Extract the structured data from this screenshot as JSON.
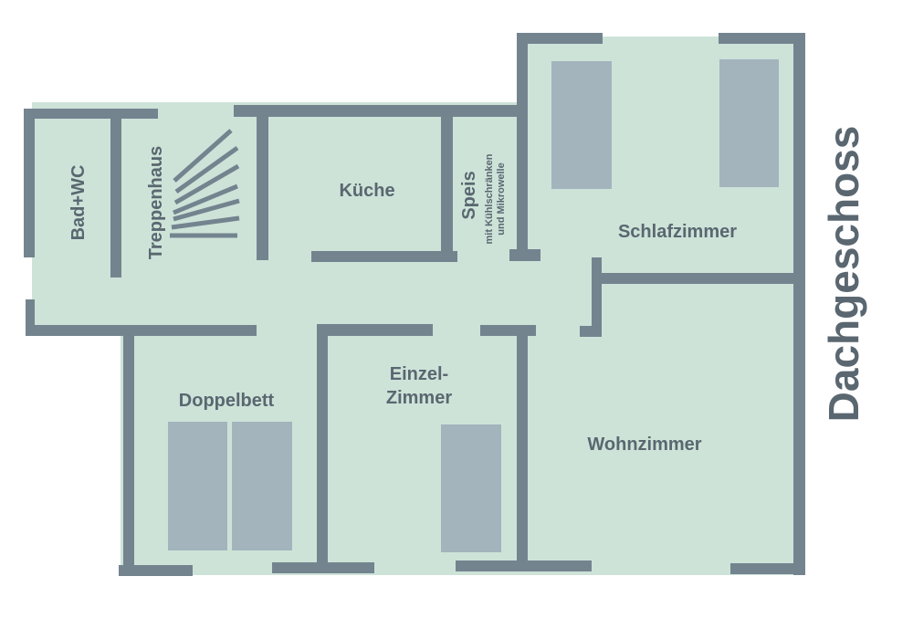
{
  "title": "Dachgeschoss",
  "colors": {
    "floor": "#cde3d8",
    "wall": "#73848f",
    "bed": "#a3b4bd",
    "text": "#5a6770"
  },
  "rooms": {
    "bad": "Bad+WC",
    "treppenhaus": "Treppenhaus",
    "kueche": "Küche",
    "speis": "Speis",
    "speis_note_1": "mit Kühlschränken",
    "speis_note_2": "und Mikrowelle",
    "schlafzimmer": "Schlafzimmer",
    "doppelbett": "Doppelbett",
    "einzel_1": "Einzel-",
    "einzel_2": "Zimmer",
    "wohnzimmer": "Wohnzimmer"
  }
}
